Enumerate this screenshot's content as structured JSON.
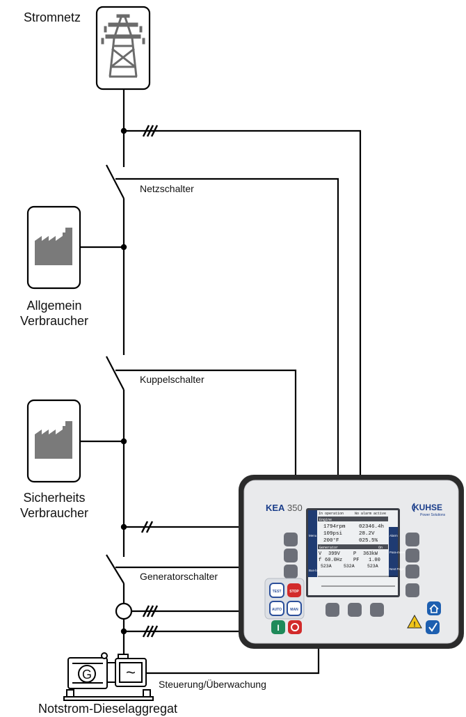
{
  "labels": {
    "grid": "Stromnetz",
    "grid_switch": "Netzschalter",
    "general_consumer_line1": "Allgemein",
    "general_consumer_line2": "Verbraucher",
    "coupling_switch": "Kuppelschalter",
    "safety_consumer_line1": "Sicherheits",
    "safety_consumer_line2": "Verbraucher",
    "generator_switch": "Generatorschalter",
    "control": "Steuerung/Überwachung",
    "genset": "Notstrom-Dieselaggregat",
    "generator_symbol": "G",
    "ac_symbol": "~"
  },
  "controller": {
    "model_bold": "KEA",
    "model_number": "350",
    "brand": "KUHSE",
    "brand_sub": "Power Solutions",
    "left_softkeys": [
      "Menu",
      "Bus-bar"
    ],
    "right_softkeys": [
      "Alarm",
      "Para-meter",
      "Next Page"
    ],
    "buttons": {
      "test": "TEST",
      "stop": "STOP",
      "auto": "AUTO",
      "man": "MAN",
      "on": "I",
      "off": "O"
    },
    "screen": {
      "status_left": "In operation",
      "status_right": "No alarm active",
      "section_engine": "Engine",
      "speed": "1794rpm",
      "hours": "02346.4h",
      "oil_pressure": "109psi",
      "battery": "28.2V",
      "coolant_temp": "200°F",
      "fuel": "025.5%",
      "section_generator": "Generator",
      "generator_state": "On",
      "voltage_label": "V",
      "voltage": "399V",
      "power_label": "P",
      "power": "363kW",
      "freq_label": "f",
      "frequency": "60.0Hz",
      "pf_label": "PF",
      "pf": "1.00",
      "currents": [
        "523A",
        "532A",
        "523A"
      ]
    }
  }
}
